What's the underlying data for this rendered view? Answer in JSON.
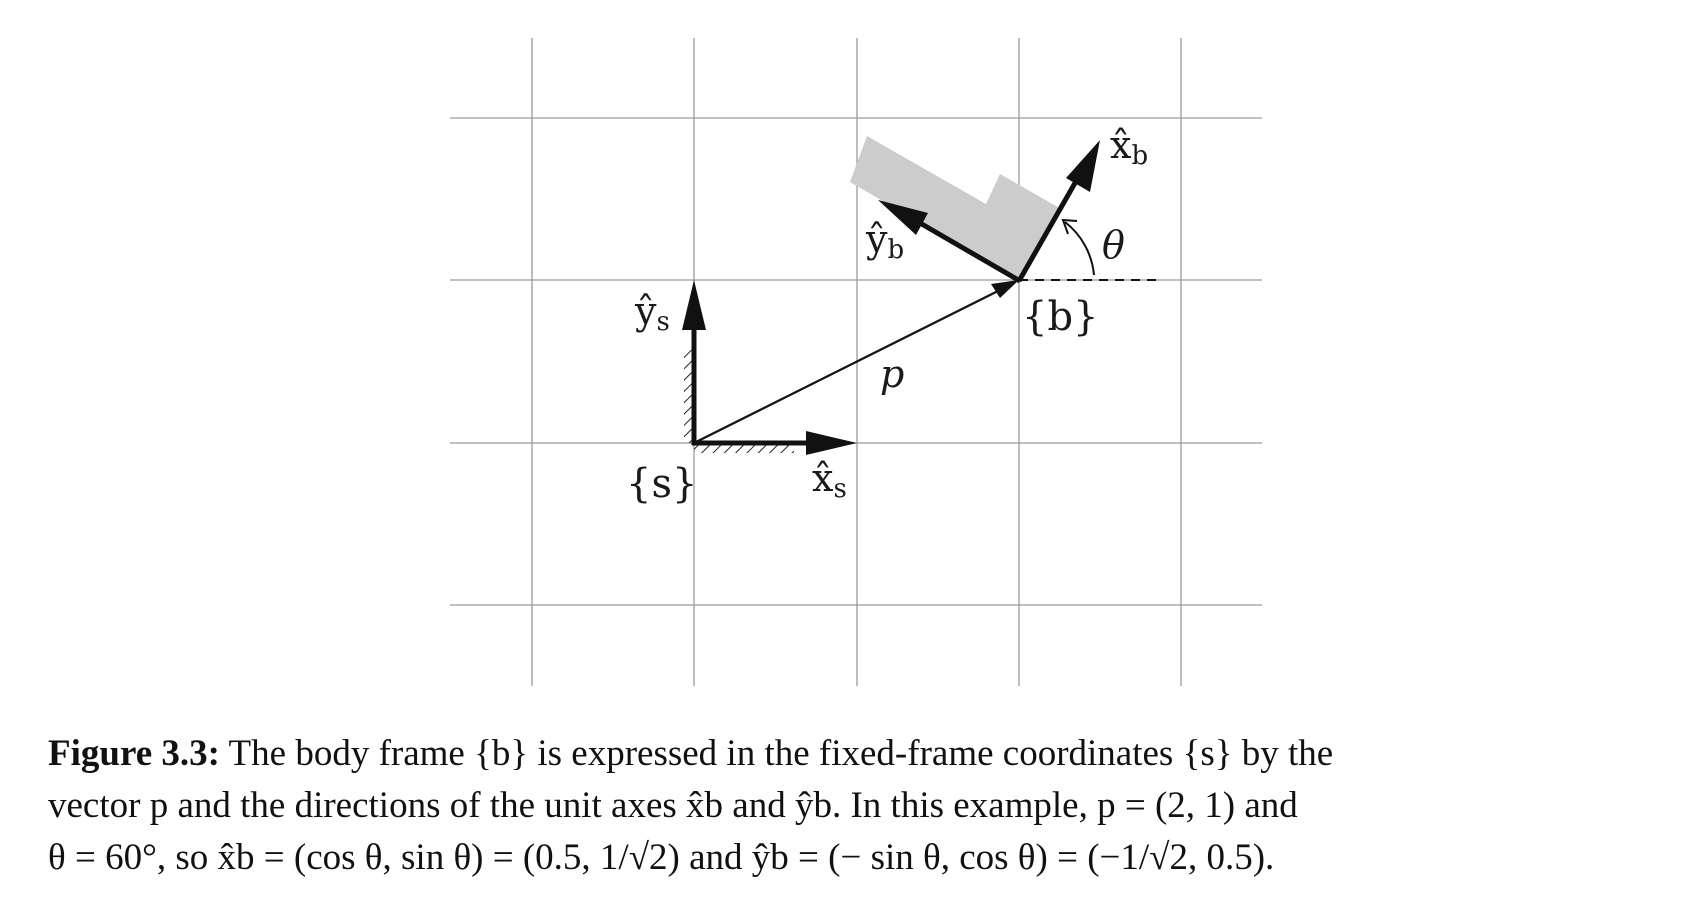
{
  "diagram": {
    "labels": {
      "ys": "ŷ",
      "ys_sub": "s",
      "xs": "x̂",
      "xs_sub": "s",
      "s_frame": "{s}",
      "yb": "ŷ",
      "yb_sub": "b",
      "xb": "x̂",
      "xb_sub": "b",
      "b_frame": "{b}",
      "p": "p",
      "theta": "θ"
    }
  },
  "caption": {
    "figure_label": "Figure 3.3:",
    "line1_text": " The body frame {b} is expressed in the fixed-frame coordinates {s} by the",
    "line2_text": "vector p and the directions of the unit axes x̂b and ŷb. In this example, p = (2, 1) and",
    "line3_text": "θ = 60°, so x̂b = (cos θ, sin θ) = (0.5, 1/√2) and ŷb = (− sin θ, cos θ) = (−1/√2, 0.5)."
  }
}
